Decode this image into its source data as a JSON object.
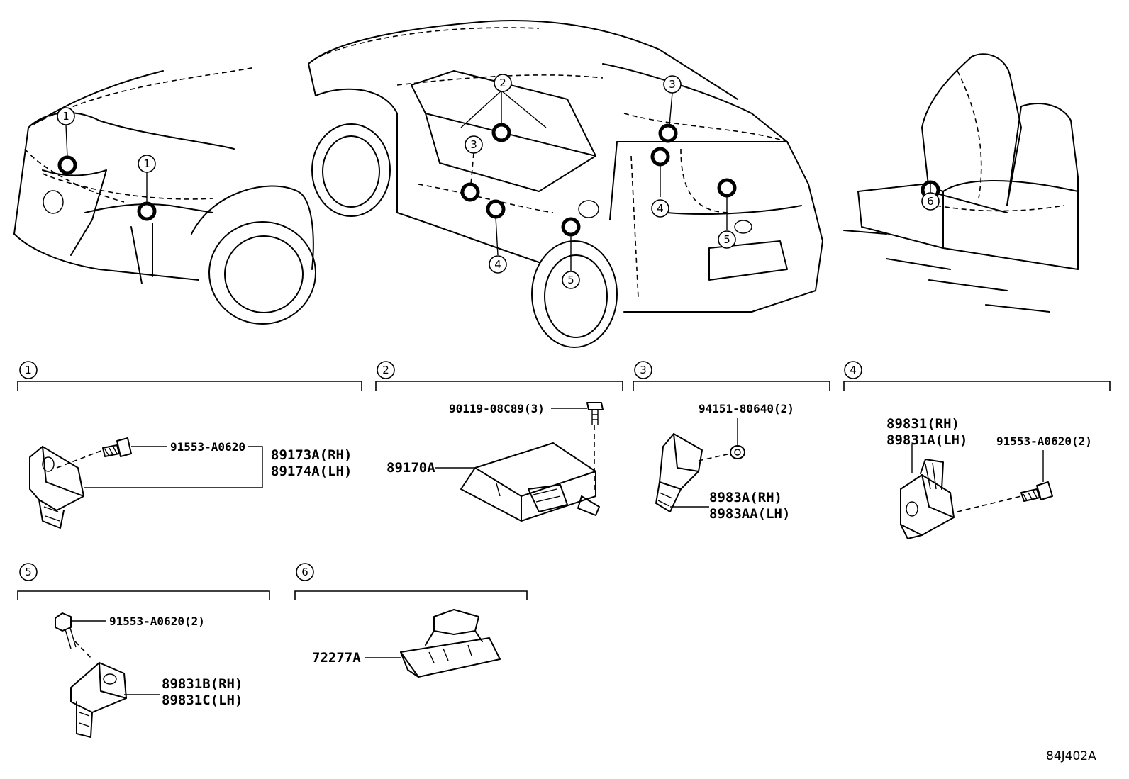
{
  "drawing_code": "84J402A",
  "callouts": [
    "1",
    "2",
    "3",
    "4",
    "5",
    "6"
  ],
  "sections": [
    {
      "num": "1",
      "parts": [
        "91553-A0620",
        "89173A(RH)",
        "89174A(LH)"
      ]
    },
    {
      "num": "2",
      "parts": [
        "90119-08C89(3)",
        "89170A"
      ]
    },
    {
      "num": "3",
      "parts": [
        "94151-80640(2)",
        "8983A(RH)",
        "8983AA(LH)"
      ]
    },
    {
      "num": "4",
      "parts": [
        "89831(RH)",
        "89831A(LH)",
        "91553-A0620(2)"
      ]
    },
    {
      "num": "5",
      "parts": [
        "91553-A0620(2)",
        "89831B(RH)",
        "89831C(LH)"
      ]
    },
    {
      "num": "6",
      "parts": [
        "72277A"
      ]
    }
  ]
}
